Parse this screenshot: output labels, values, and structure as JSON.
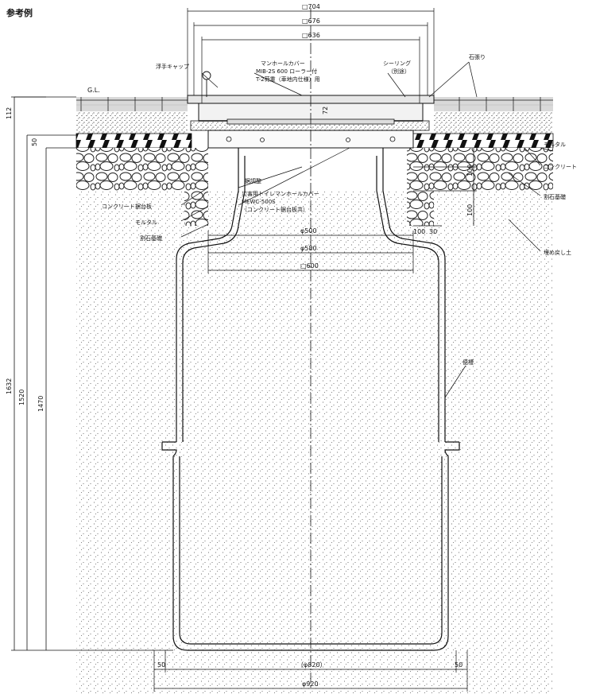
{
  "title": "参考例",
  "labels": {
    "gl": "G.L.",
    "floating_cap": "浮手キャップ",
    "manhole_cover": "マンホールカバー",
    "cover_model_1": "MIB-2S 600 ローラー付",
    "cover_model_2": "T-2荷重（車地内仕様）用",
    "sealing": "シーリング",
    "sealing_note": "（別途）",
    "paving_stone": "石張り",
    "mortar_right": "モルタル",
    "concrete_right": "コンクリート",
    "crushed_stone_right": "割石基礎",
    "backfill_soil": "埋め戻し土",
    "fixing_bolt": "据調整",
    "concrete_base": "コンクリート据台板",
    "mortar_left": "モルタル",
    "crushed_stone_left": "割石基礎",
    "toilet_cover": "災害用トイレマンホールカバー",
    "toilet_cover_model": "MEWC-500S",
    "toilet_cover_note": "（コンクリート据台板共）",
    "body_label": "便槽"
  },
  "dimensions": {
    "d704": "□704",
    "d676": "□676",
    "d636": "□636",
    "d112": "112",
    "d50": "50",
    "d72": "72",
    "d100_a": "100",
    "d100_b": "100",
    "d100_c": "100",
    "d30": "30",
    "phi500": "φ500",
    "phi580": "φ580",
    "sq600": "□600",
    "d1632": "1632",
    "d1520": "1520",
    "d1470": "1470",
    "d50_left": "50",
    "d50_right": "50",
    "phi820": "（φ820）",
    "phi920": "φ920"
  },
  "colors": {
    "line": "#111111",
    "hatch": "#222222",
    "soil": "#444444"
  }
}
